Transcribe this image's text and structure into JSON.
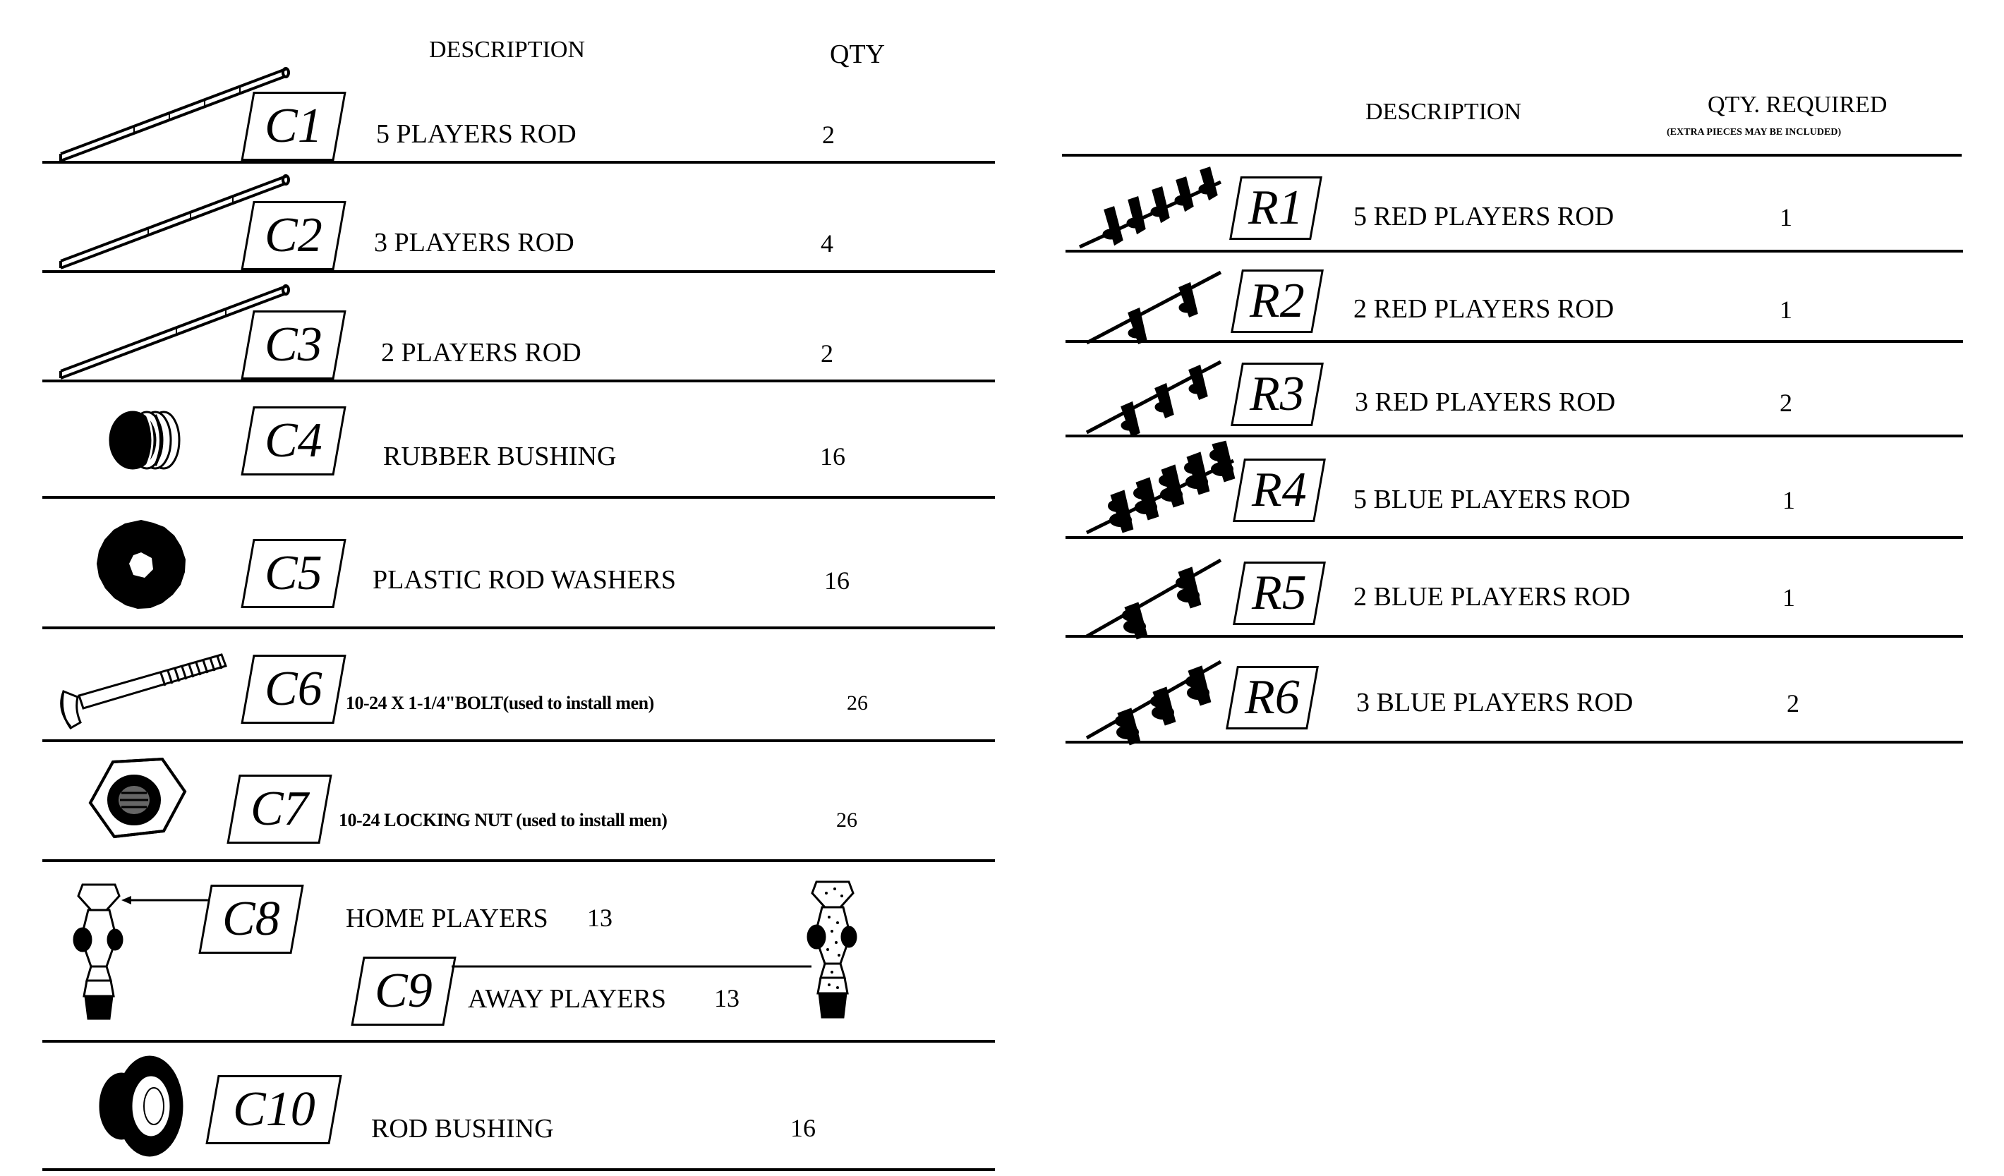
{
  "left_table": {
    "header_description": "DESCRIPTION",
    "header_qty": "QTY",
    "rows": [
      {
        "code": "C1",
        "icon": "rod-icon",
        "description": "5 PLAYERS ROD",
        "qty": "2"
      },
      {
        "code": "C2",
        "icon": "rod-icon",
        "description": "3 PLAYERS ROD",
        "qty": "4"
      },
      {
        "code": "C3",
        "icon": "rod-icon",
        "description": "2 PLAYERS ROD",
        "qty": "2"
      },
      {
        "code": "C4",
        "icon": "rubber-bushing-icon",
        "description": "RUBBER BUSHING",
        "qty": "16"
      },
      {
        "code": "C5",
        "icon": "washer-icon",
        "description": "PLASTIC ROD WASHERS",
        "qty": "16"
      },
      {
        "code": "C6",
        "icon": "bolt-icon",
        "description": "10-24 X 1-1/4\"BOLT(used to install men)",
        "qty": "26"
      },
      {
        "code": "C7",
        "icon": "locking-nut-icon",
        "description": "10-24 LOCKING NUT (used to install men)",
        "qty": "26"
      },
      {
        "code": "C8",
        "icon": "home-player-icon",
        "description": "HOME PLAYERS",
        "qty": "13"
      },
      {
        "code": "C9",
        "icon": "away-player-icon",
        "description": "AWAY PLAYERS",
        "qty": "13"
      },
      {
        "code": "C10",
        "icon": "rod-bushing-icon",
        "description": "ROD BUSHING",
        "qty": "16"
      }
    ]
  },
  "right_table": {
    "header_description": "DESCRIPTION",
    "header_qty": "QTY. REQUIRED",
    "header_qty_note": "(EXTRA PIECES MAY BE INCLUDED)",
    "rows": [
      {
        "code": "R1",
        "icon": "red-player-rod-icon",
        "description": "5 RED PLAYERS ROD",
        "qty": "1"
      },
      {
        "code": "R2",
        "icon": "red-player-rod-icon",
        "description": "2 RED PLAYERS ROD",
        "qty": "1"
      },
      {
        "code": "R3",
        "icon": "red-player-rod-icon",
        "description": "3 RED PLAYERS ROD",
        "qty": "2"
      },
      {
        "code": "R4",
        "icon": "blue-player-rod-icon",
        "description": "5 BLUE PLAYERS ROD",
        "qty": "1"
      },
      {
        "code": "R5",
        "icon": "blue-player-rod-icon",
        "description": "2 BLUE PLAYERS ROD",
        "qty": "1"
      },
      {
        "code": "R6",
        "icon": "blue-player-rod-icon",
        "description": "3 BLUE PLAYERS ROD",
        "qty": "2"
      }
    ]
  }
}
